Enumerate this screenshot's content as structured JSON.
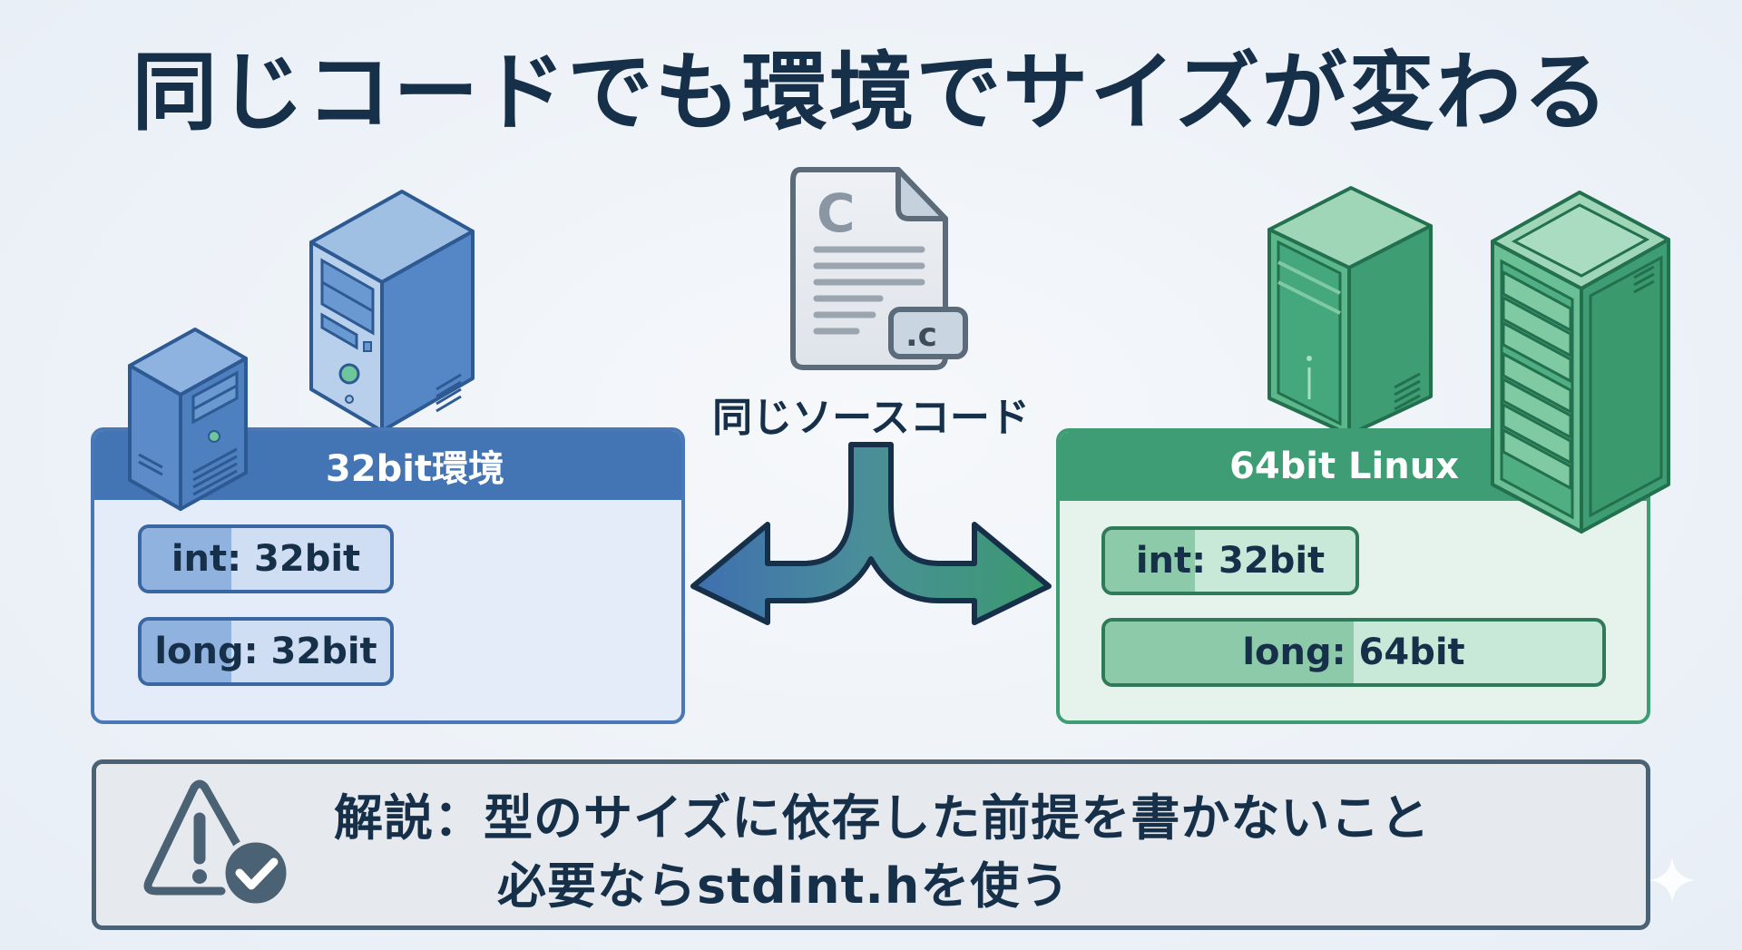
{
  "title": "同じコードでも環境でサイズが変わる",
  "source": {
    "label": "同じソースコード",
    "file_icon_letter": "C",
    "file_extension": ".c"
  },
  "panels": {
    "left": {
      "title": "32bit環境",
      "color": "#4374b3",
      "rows": [
        {
          "label": "int: 32bit",
          "type": "int",
          "bits": 32
        },
        {
          "label": "long: 32bit",
          "type": "long",
          "bits": 32
        }
      ]
    },
    "right": {
      "title": "64bit Linux",
      "color": "#3e9d74",
      "rows": [
        {
          "label": "int: 32bit",
          "type": "int",
          "bits": 32
        },
        {
          "label": "long: 64bit",
          "type": "long",
          "bits": 64
        }
      ]
    }
  },
  "note": {
    "line1": "解説：型のサイズに依存した前提を書かないこと",
    "line2": "必要ならstdint.hを使う",
    "icon": "warning-check-icon"
  },
  "colors": {
    "blue": "#4374b3",
    "green": "#3e9d74",
    "text": "#17304a",
    "slate": "#4b6275"
  }
}
